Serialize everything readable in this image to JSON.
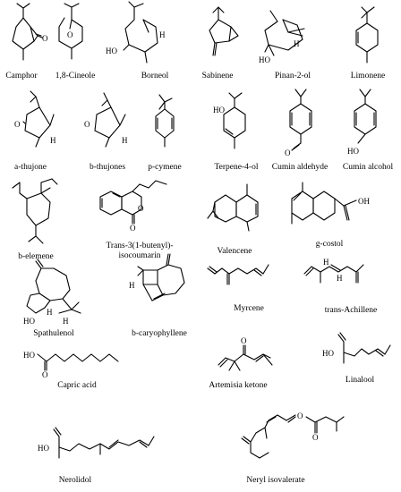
{
  "compounds": [
    {
      "key": "camphor",
      "name": "Camphor"
    },
    {
      "key": "cineole",
      "name": "1,8-Cineole"
    },
    {
      "key": "borneol",
      "name": "Borneol"
    },
    {
      "key": "sabinene",
      "name": "Sabinene"
    },
    {
      "key": "pinanol",
      "name": "Pinan-2-ol"
    },
    {
      "key": "limonene",
      "name": "Limonene"
    },
    {
      "key": "athujone",
      "name": "a-thujone"
    },
    {
      "key": "bthujone",
      "name": "b-thujones"
    },
    {
      "key": "pcymene",
      "name": "p-cymene"
    },
    {
      "key": "terpineol",
      "name": "Terpene-4-ol"
    },
    {
      "key": "cuminald",
      "name": "Cumin aldehyde"
    },
    {
      "key": "cuminalc",
      "name": "Cumin alcohol"
    },
    {
      "key": "belemene",
      "name": "b-elemene"
    },
    {
      "key": "isocoumarin",
      "name": "Trans-3(1-butenyl)-\nisocoumarin"
    },
    {
      "key": "valencene",
      "name": "Valencene"
    },
    {
      "key": "gcostol",
      "name": "g-costol"
    },
    {
      "key": "spathulenol",
      "name": "Spathulenol"
    },
    {
      "key": "bcaryo",
      "name": "b-caryophyllene"
    },
    {
      "key": "myrcene",
      "name": "Myrcene"
    },
    {
      "key": "achillene",
      "name": "trans-Achillene"
    },
    {
      "key": "capric",
      "name": "Capric acid"
    },
    {
      "key": "artemisia",
      "name": "Artemisia ketone"
    },
    {
      "key": "linalool",
      "name": "Linalool"
    },
    {
      "key": "nerolidol",
      "name": "Nerolidol"
    },
    {
      "key": "neryl",
      "name": "Neryl isovalerate"
    }
  ],
  "atoms": {
    "O": "O",
    "HO": "HO",
    "OH": "OH",
    "H": "H"
  }
}
